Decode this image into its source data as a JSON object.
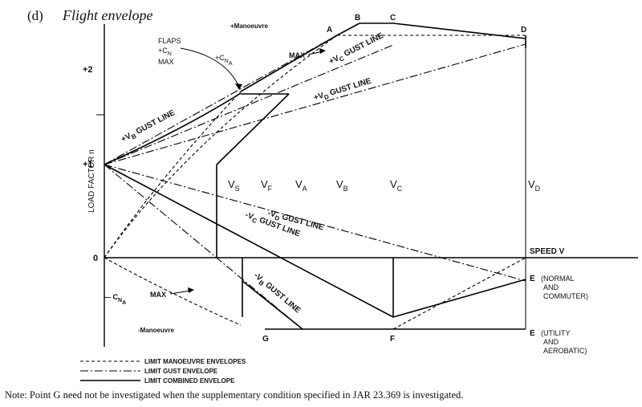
{
  "heading": {
    "label": "(d)",
    "title": "Flight envelope"
  },
  "axes": {
    "y_label": "LOAD FACTOR n",
    "y_ticks": [
      "+2",
      "+1",
      "0"
    ],
    "x_label": "SPEED V"
  },
  "speeds": {
    "vs": "V",
    "vs_sub": "S",
    "vf": "V",
    "vf_sub": "F",
    "va": "V",
    "va_sub": "A",
    "vb": "V",
    "vb_sub": "B",
    "vc": "V",
    "vc_sub": "C",
    "vd": "V",
    "vd_sub": "D"
  },
  "points": {
    "a": "A",
    "b": "B",
    "c": "C",
    "d": "D",
    "e1": "E",
    "e2": "E",
    "f": "F",
    "g": "G"
  },
  "annotations": {
    "pos_manoeuvre": "+Manoeuvre",
    "neg_manoeuvre": "-Manoeuvre",
    "flaps_1": "FLAPS",
    "flaps_2": "+C",
    "flaps_2_sub": "N",
    "flaps_3": "MAX",
    "cna_pos": "+C",
    "cna_pos_sub": "N",
    "cna_pos_sub2": "A",
    "max_pos": "MAX",
    "cna_neg_prefix": "— C",
    "cna_neg_sub": "N",
    "cna_neg_sub2": "A",
    "max_neg": "MAX",
    "normal_1": "(NORMAL",
    "normal_2": "AND",
    "normal_3": "COMMUTER)",
    "utility_1": "(UTILITY",
    "utility_2": "AND",
    "utility_3": "AEROBATIC)"
  },
  "gust_lines": {
    "pos_vb": "+V",
    "pos_vb_sub": "B",
    "pos_vb_text": " GUST LINE",
    "pos_vc": "+V",
    "pos_vc_sub": "C",
    "pos_vc_text": " GUST LINE",
    "pos_vd": "+V",
    "pos_vd_sub": "D",
    "pos_vd_text": " GUST LINE",
    "neg_vb": "-V",
    "neg_vb_sub": "B",
    "neg_vb_text": " GUST LINE",
    "neg_vc": "-V",
    "neg_vc_sub": "C",
    "neg_vc_text": " GUST LINE",
    "neg_vd": "-V",
    "neg_vd_sub": "D",
    "neg_vd_text": " GUST LINE"
  },
  "legend": {
    "manoeuvre": "LIMIT MANOEUVRE ENVELOPES",
    "gust": "LIMIT GUST ENVELOPE",
    "combined": "LIMIT COMBINED ENVELOPE"
  },
  "note": "Note: Point G need not be investigated when the supplementary condition specified in JAR 23.369 is investigated."
}
